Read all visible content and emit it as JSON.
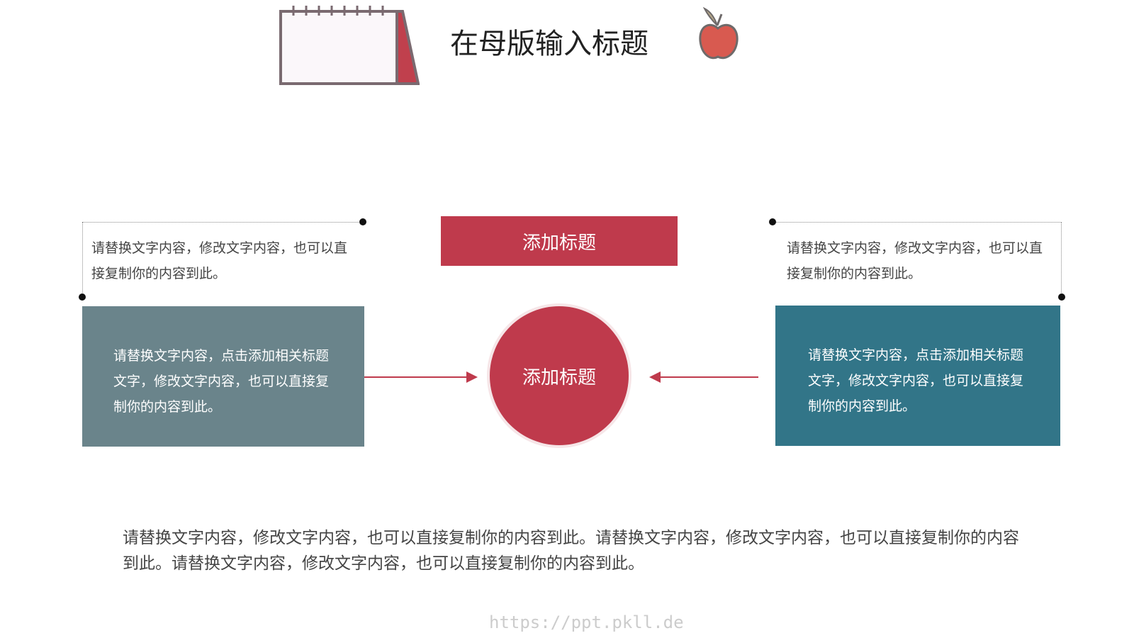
{
  "header": {
    "title": "在母版输入标题",
    "left_icon": "calendar-icon",
    "right_icon": "apple-icon"
  },
  "center": {
    "title_bar_label": "添加标题",
    "circle_label": "添加标题"
  },
  "notes": {
    "left": "请替换文字内容，修改文字内容，也可以直接复制你的内容到此。",
    "right": "请替换文字内容，修改文字内容，也可以直接复制你的内容到此。"
  },
  "boxes": {
    "left": "请替换文字内容，点击添加相关标题文字，修改文字内容，也可以直接复制你的内容到此。",
    "right": "请替换文字内容，点击添加相关标题文字，修改文字内容，也可以直接复制你的内容到此。"
  },
  "body_text": "请替换文字内容，修改文字内容，也可以直接复制你的内容到此。请替换文字内容，修改文字内容，也可以直接复制你的内容到此。请替换文字内容，修改文字内容，也可以直接复制你的内容到此。",
  "watermark": "https://ppt.pkll.de",
  "colors": {
    "accent_red": "#bf3a4c",
    "left_box": "#6a848b",
    "right_box": "#327588",
    "text": "#444444"
  }
}
